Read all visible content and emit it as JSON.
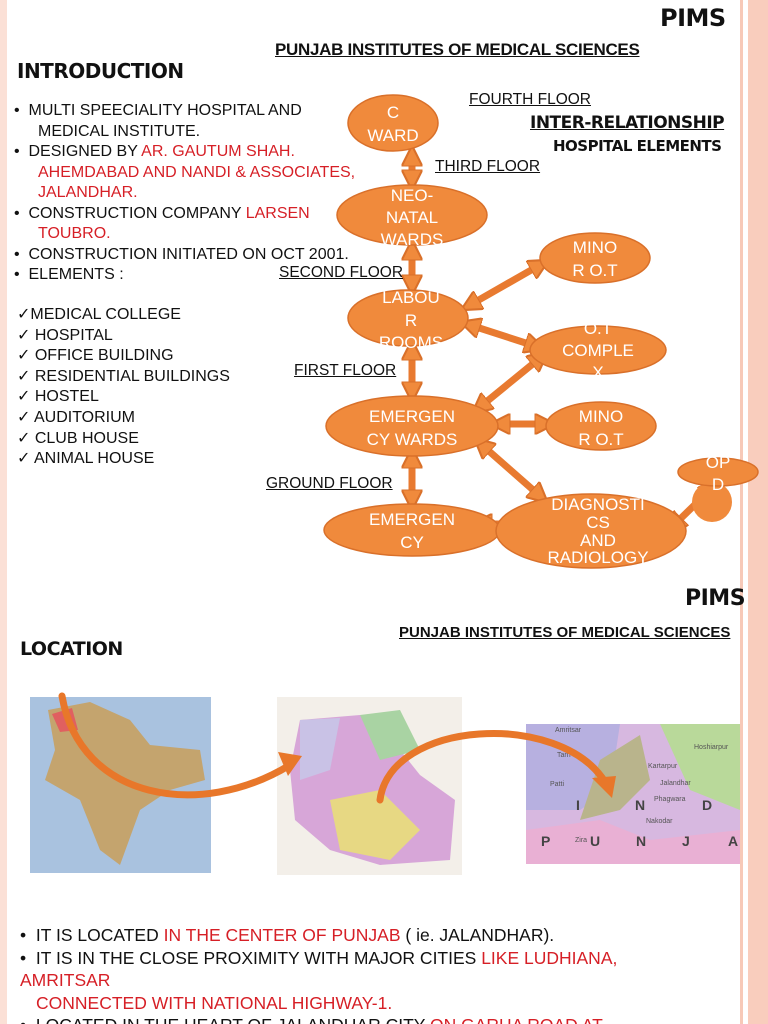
{
  "slide1": {
    "brand": "PIMS",
    "subtitle": "PUNJAB INSTITUTES OF MEDICAL SCIENCES",
    "heading": "INTRODUCTION",
    "bullets": [
      {
        "text": "MULTI SPEECIALITY HOSPITAL AND",
        "cont": "MEDICAL INSTITUTE."
      },
      {
        "text": "DESIGNED BY ",
        "red": "AR. GAUTUM SHAH.",
        "red2": "AHEMDABAD AND NANDI & ASSOCIATES,",
        "red3": "JALANDHAR."
      },
      {
        "text": "CONSTRUCTION COMPANY ",
        "red": "LARSEN",
        "red2": "TOUBRO."
      },
      {
        "text": "CONSTRUCTION INITIATED  ON OCT 2001."
      },
      {
        "text": "ELEMENTS :"
      }
    ],
    "elements": [
      "✓MEDICAL COLLEGE",
      "✓ HOSPITAL",
      "✓ OFFICE BUILDING",
      "✓ RESIDENTIAL BUILDINGS",
      "✓ HOSTEL",
      "✓ AUDITORIUM",
      "✓ CLUB HOUSE",
      "✓ ANIMAL HOUSE"
    ],
    "diagram_title": "INTER-RELATIONSHIP",
    "diagram_subtitle": "HOSPITAL ELEMENTS",
    "floors": [
      "FOURTH FLOOR",
      "THIRD FLOOR",
      "SECOND FLOOR",
      "FIRST FLOOR",
      "GROUND FLOOR"
    ],
    "nodes": [
      {
        "lines": [
          "C",
          "WARD"
        ]
      },
      {
        "lines": [
          "NEO-",
          "NATAL",
          "WARDS"
        ]
      },
      {
        "lines": [
          "LABOU",
          "R",
          "ROOMS"
        ]
      },
      {
        "lines": [
          "MINO",
          "R O.T"
        ]
      },
      {
        "lines": [
          "O.T",
          "COMPLE",
          "X"
        ]
      },
      {
        "lines": [
          "EMERGEN",
          "CY WARDS"
        ]
      },
      {
        "lines": [
          "MINO",
          "R O.T"
        ]
      },
      {
        "lines": [
          "OP",
          "D"
        ]
      },
      {
        "lines": [
          "EMERGEN",
          "CY"
        ]
      },
      {
        "lines": [
          "DIAGNOSTI",
          "CS",
          "AND",
          "RADIOLOGY"
        ]
      }
    ],
    "colors": {
      "node": "#f08a3c",
      "node_stroke": "#d9702a",
      "accent_red": "#d61f26",
      "border": "#f7c9b8"
    }
  },
  "slide2": {
    "brand": "PIMS",
    "subtitle": "PUNJAB INSTITUTES OF MEDICAL SCIENCES",
    "heading": "LOCATION",
    "map_labels": [
      "Amritsar",
      "Tarn",
      "Patti",
      "Kartarpur",
      "Jalandhar",
      "Phagwara",
      "Nakodar",
      "Zira",
      "Hoshiarpur"
    ],
    "map_letters": [
      "I",
      "N",
      "D",
      "P",
      "U",
      "N",
      "J",
      "A"
    ],
    "bullets": [
      {
        "text": "IT IS LOCATED ",
        "red": "IN THE CENTER OF PUNJAB",
        "after": " ( ie. JALANDHAR)."
      },
      {
        "text": "IT IS IN THE CLOSE PROXIMITY WITH MAJOR CITIES ",
        "red": "LIKE LUDHIANA,",
        "red2": "AMRITSAR",
        "red3": "CONNECTED WITH NATIONAL HIGHWAY-1."
      },
      {
        "text": "LOCATED IN THE HEART OF JALANDHAR CITY ",
        "red": "ON GARHA ROAD AT"
      }
    ]
  }
}
